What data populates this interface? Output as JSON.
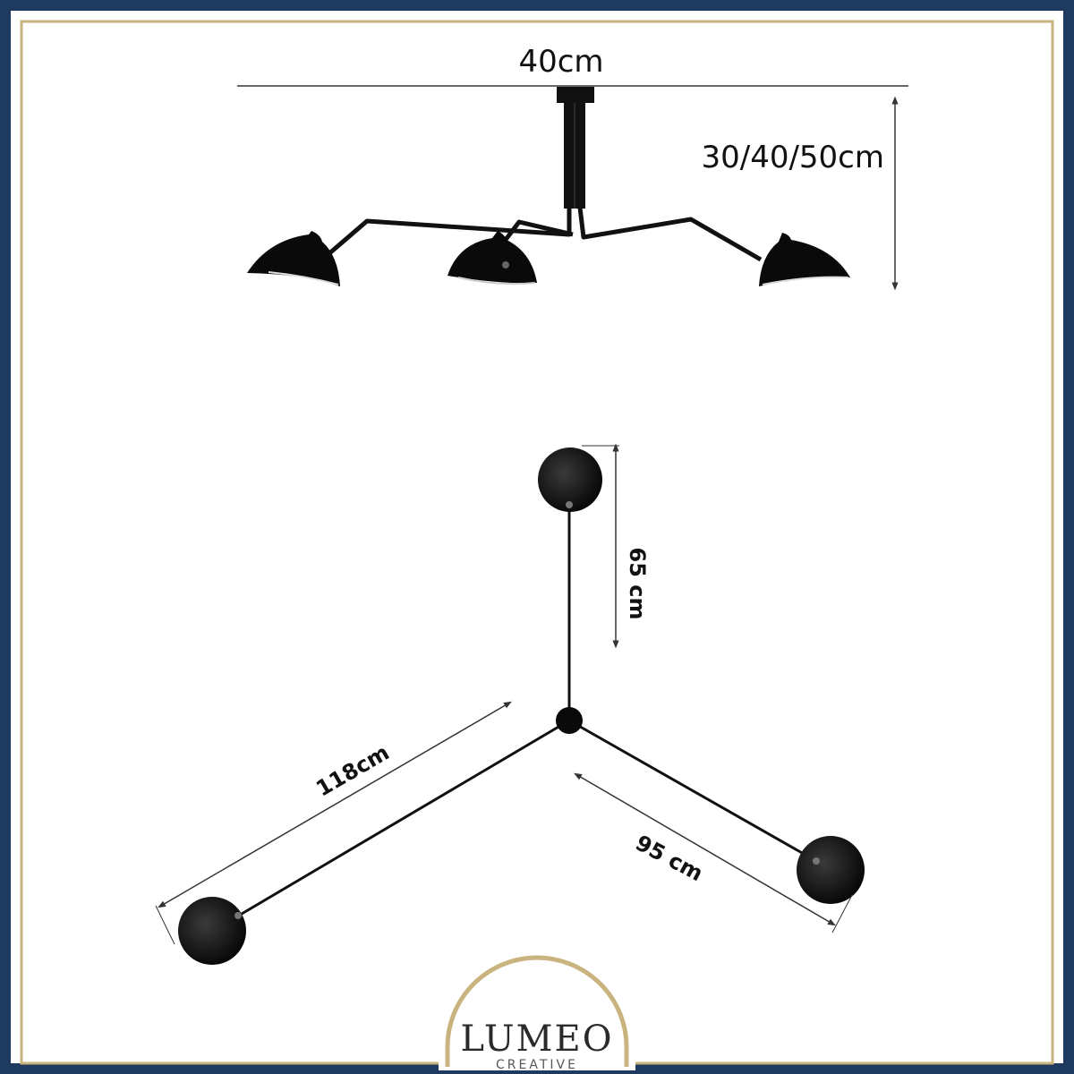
{
  "colors": {
    "outer_border": "#1f3a5f",
    "inner_border": "#c9b37e",
    "ink": "#111111",
    "dimension_line": "#333333"
  },
  "side_view": {
    "width_label": "40cm",
    "height_label": "30/40/50cm"
  },
  "top_view": {
    "arm_top_label": "65 cm",
    "arm_left_label": "118cm",
    "arm_right_label": "95 cm"
  },
  "logo": {
    "name": "LUMEO",
    "sub": "CREATIVE"
  }
}
